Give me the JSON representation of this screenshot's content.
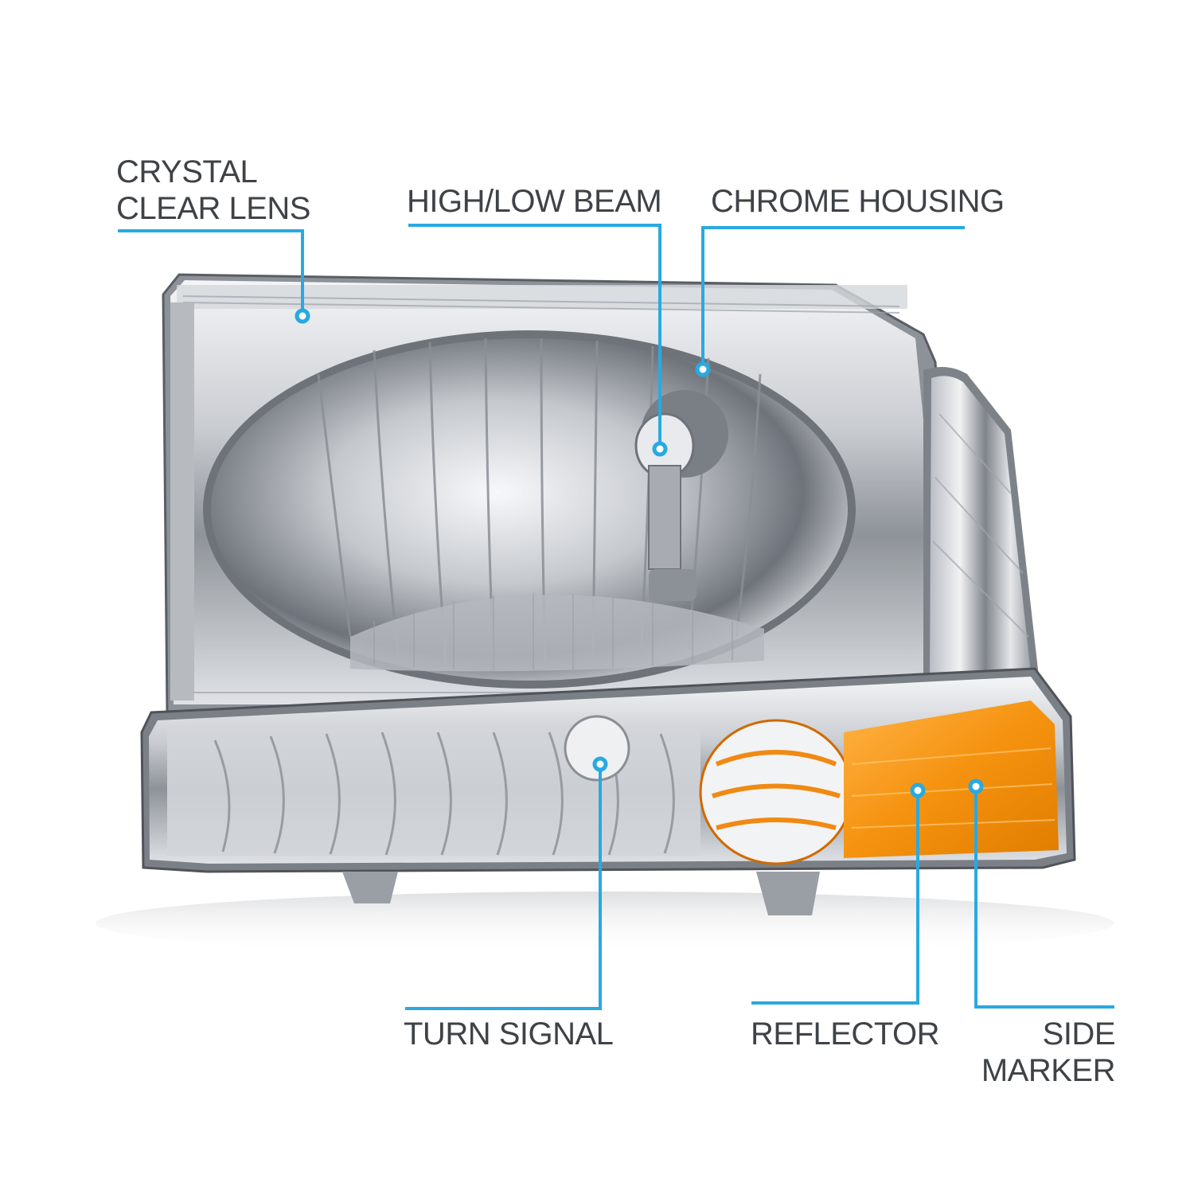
{
  "accent_color": "#29a9e0",
  "amber_color": "#f59a1a",
  "callouts": {
    "crystal_clear_lens": {
      "line1": "CRYSTAL",
      "line2": "CLEAR LENS"
    },
    "high_low_beam": {
      "text": "HIGH/LOW BEAM"
    },
    "chrome_housing": {
      "text": "CHROME HOUSING"
    },
    "turn_signal": {
      "text": "TURN SIGNAL"
    },
    "reflector": {
      "text": "REFLECTOR"
    },
    "side_marker": {
      "line1": "SIDE",
      "line2": "MARKER"
    }
  }
}
